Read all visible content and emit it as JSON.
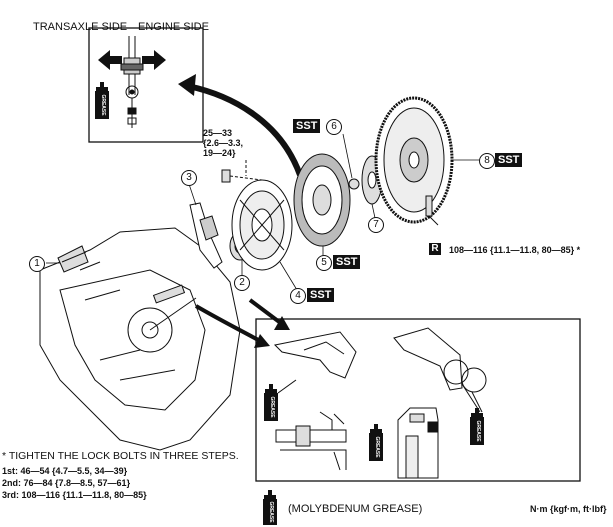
{
  "inset_top": {
    "left_label": "TRANSAXLE SIDE",
    "right_label": "ENGINE SIDE",
    "grease_label": "GREASE"
  },
  "parts": {
    "p1": "1",
    "p2": "2",
    "p3": "3",
    "p4": "4",
    "p5": "5",
    "p6": "6",
    "p7": "7",
    "p8": "8"
  },
  "sst_label": "SST",
  "r_label": "R",
  "torque": {
    "bolts_line1": "25—33",
    "bolts_line2": "{2.6—3.3,",
    "bolts_line3": "19—24}",
    "flywheel": "108—116 {11.1—11.8, 80—85} *"
  },
  "note": {
    "heading": "* TIGHTEN THE LOCK BOLTS IN THREE STEPS.",
    "steps": [
      "1st: 46—54 {4.7—5.5, 34—39}",
      "2nd: 76—84 {7.8—8.5, 57—61}",
      "3rd: 108—116 {11.1—11.8, 80—85}"
    ]
  },
  "legend": {
    "grease_can_label": "GREASE",
    "text": "(MOLYBDENUM GREASE)"
  },
  "units": "N·m {kgf·m, ft·lbf}"
}
